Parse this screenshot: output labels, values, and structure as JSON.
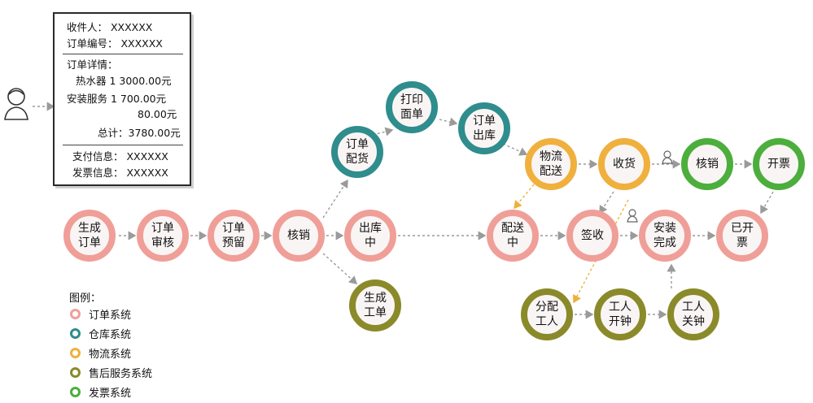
{
  "colors": {
    "order": "#ef9f98",
    "warehouse": "#2f8d8d",
    "logistics": "#f0b03d",
    "after_sales": "#8a8a2a",
    "invoice": "#4cae3c",
    "arrow_gray": "#9a9a9a",
    "arrow_orange": "#f0b03d"
  },
  "order_card": {
    "receiver": "收件人： XXXXXX",
    "order_no": "订单编号： XXXXXX",
    "details_label": "订单详情：",
    "item1": "热水器  1  3000.00元",
    "item2_a": "安装服务  1    700.00元",
    "item2_b": "80.00元",
    "total": "总计：3780.00元",
    "payment": "支付信息：  XXXXXX",
    "invoice": "发票信息：  XXXXXX"
  },
  "nodes": [
    {
      "id": "gen-order",
      "label": "生成\n订单",
      "system": "order"
    },
    {
      "id": "order-review",
      "label": "订单\n审核",
      "system": "order"
    },
    {
      "id": "order-reserve",
      "label": "订单\n预留",
      "system": "order"
    },
    {
      "id": "verify-1",
      "label": "核销",
      "system": "order"
    },
    {
      "id": "outbound",
      "label": "出库\n中",
      "system": "order"
    },
    {
      "id": "order-allocate",
      "label": "订单\n配货",
      "system": "warehouse"
    },
    {
      "id": "print-waybill",
      "label": "打印\n面单",
      "system": "warehouse"
    },
    {
      "id": "order-outbound",
      "label": "订单\n出库",
      "system": "warehouse"
    },
    {
      "id": "gen-workorder",
      "label": "生成\n工单",
      "system": "after_sales"
    },
    {
      "id": "logistics-delivery",
      "label": "物流\n配送",
      "system": "logistics"
    },
    {
      "id": "receive",
      "label": "收货",
      "system": "logistics"
    },
    {
      "id": "verify-2",
      "label": "核销",
      "system": "invoice"
    },
    {
      "id": "issue-invoice",
      "label": "开票",
      "system": "invoice"
    },
    {
      "id": "delivering",
      "label": "配送\n中",
      "system": "order"
    },
    {
      "id": "sign",
      "label": "签收",
      "system": "order"
    },
    {
      "id": "install-done",
      "label": "安装\n完成",
      "system": "order"
    },
    {
      "id": "invoiced",
      "label": "已开\n票",
      "system": "order"
    },
    {
      "id": "assign-worker",
      "label": "分配\n工人",
      "system": "after_sales"
    },
    {
      "id": "worker-start",
      "label": "工人\n开钟",
      "system": "after_sales"
    },
    {
      "id": "worker-end",
      "label": "工人\n关钟",
      "system": "after_sales"
    }
  ],
  "legend": {
    "title": "图例：",
    "items": [
      {
        "label": "订单系统",
        "system": "order"
      },
      {
        "label": "仓库系统",
        "system": "warehouse"
      },
      {
        "label": "物流系统",
        "system": "logistics"
      },
      {
        "label": "售后服务系统",
        "system": "after_sales"
      },
      {
        "label": "发票系统",
        "system": "invoice"
      }
    ]
  },
  "icons": [
    "user-icon",
    "user-icon",
    "user-icon"
  ]
}
